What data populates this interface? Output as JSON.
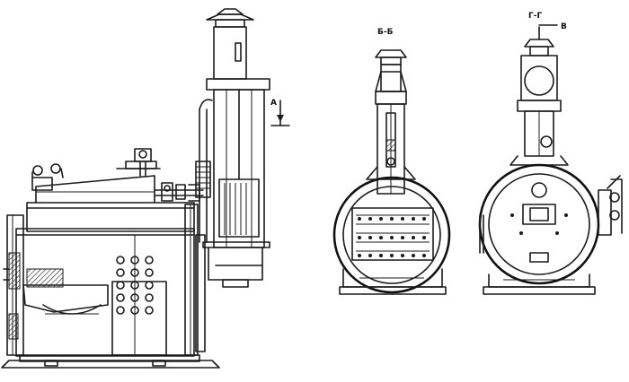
{
  "labels": {
    "section_a": "А",
    "section_bb": "Б-Б",
    "section_gg": "Г-Г",
    "section_v": "В"
  }
}
